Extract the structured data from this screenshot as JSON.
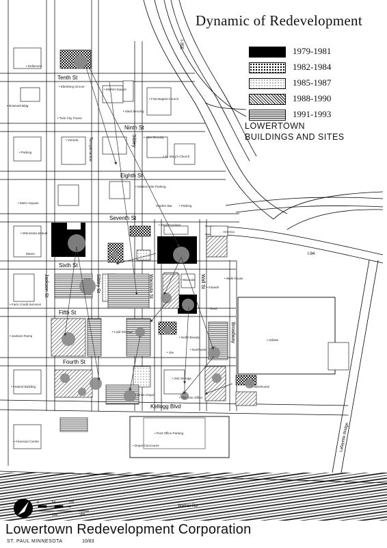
{
  "map": {
    "title": "Dynamic of Redevelopment",
    "subtitle_lines": [
      "LOWERTOWN",
      "BUILDINGS AND SITES"
    ],
    "legend": [
      {
        "label": "1979-1981",
        "pattern": "solid-black"
      },
      {
        "label": "1982-1984",
        "pattern": "dense-dots"
      },
      {
        "label": "1985-1987",
        "pattern": "light-dots"
      },
      {
        "label": "1988-1990",
        "pattern": "diagonal-hatch"
      },
      {
        "label": "1991-1993",
        "pattern": "horizontal-lines"
      }
    ],
    "streets": {
      "tenth": "Tenth St",
      "ninth": "Ninth St",
      "eighth": "Eighth St",
      "seventh": "Seventh St",
      "sixth": "Sixth St",
      "fifth": "Fifth St",
      "fourth": "Fourth St",
      "kellogg": "Kellogg Blvd",
      "warner": "Warner Rd",
      "temperance": "Temperance",
      "sibley_north": "Sibley",
      "sibley_south": "Sibley St",
      "jackson": "Jackson St",
      "wacouta": "Wacouta St",
      "wall": "Wall St",
      "broadway": "Broadway",
      "lafayette": "Lafayette Bridge",
      "i35e": "I-35E",
      "i94": "I-94"
    },
    "sites": {
      "dellsmore": "• Dellsmore",
      "rosevelt": "• Rosevelt Bldg.",
      "eltenberg": "• Eltenberg Grocer",
      "market_square": "• Market Square",
      "first_baptist": "• First Baptist Church",
      "ideal_security": "• Ideal Security",
      "twin_city_frame": "• Twin City Frame",
      "vomela": "• Vomela",
      "idea_security": "• Idea Security",
      "st_marys": "• St. Mary's Church",
      "parking1": "• Parking",
      "mission_site_parking": "• Mission Site Parking",
      "metro_square": "• Metro Square",
      "gopher_bar": "Gopher Bar",
      "parking2": "• Parking",
      "minnesota_mutual": "• Minnesota Mutual",
      "mears": "Mears",
      "ideal_furniture": "• Ideal Furniture",
      "america": "America",
      "farm_credit": "• Farm Credit Services",
      "jackson_ramp": "• Jackson Ramp",
      "walk_house": "• Walk House",
      "lowl_storage": "• Lowl Storage",
      "north_beauty": "• North Beauty",
      "northwest": "• Northwest",
      "jax": "• Jax",
      "gillette": "• Gillette",
      "federal_building": "• Federal Building",
      "storage_262": "• 262 Storage",
      "the_one_office": "• The One Office",
      "warehouse": "• Warehouse",
      "union_depot": "• Union Depot",
      "american_center": "• American Center",
      "post_office_parking": "• Post Office Parking",
      "depot_concourse": "• Depot Concourse",
      "farwell": "• Farwell",
      "wacouta": "• Wacouta",
      "seed": "• Seed"
    },
    "scale": {
      "top_left": "0",
      "top_mid": "50",
      "top_right": "100",
      "bot_mid": "100",
      "bot_right": "300"
    },
    "footer": {
      "title": "Lowertown Redevelopment Corporation",
      "city": "ST. PAUL   MINNESOTA",
      "date": "10/83"
    },
    "colors": {
      "ink": "#000000",
      "paper": "#ffffff",
      "circle": "#8a8a8a"
    }
  }
}
